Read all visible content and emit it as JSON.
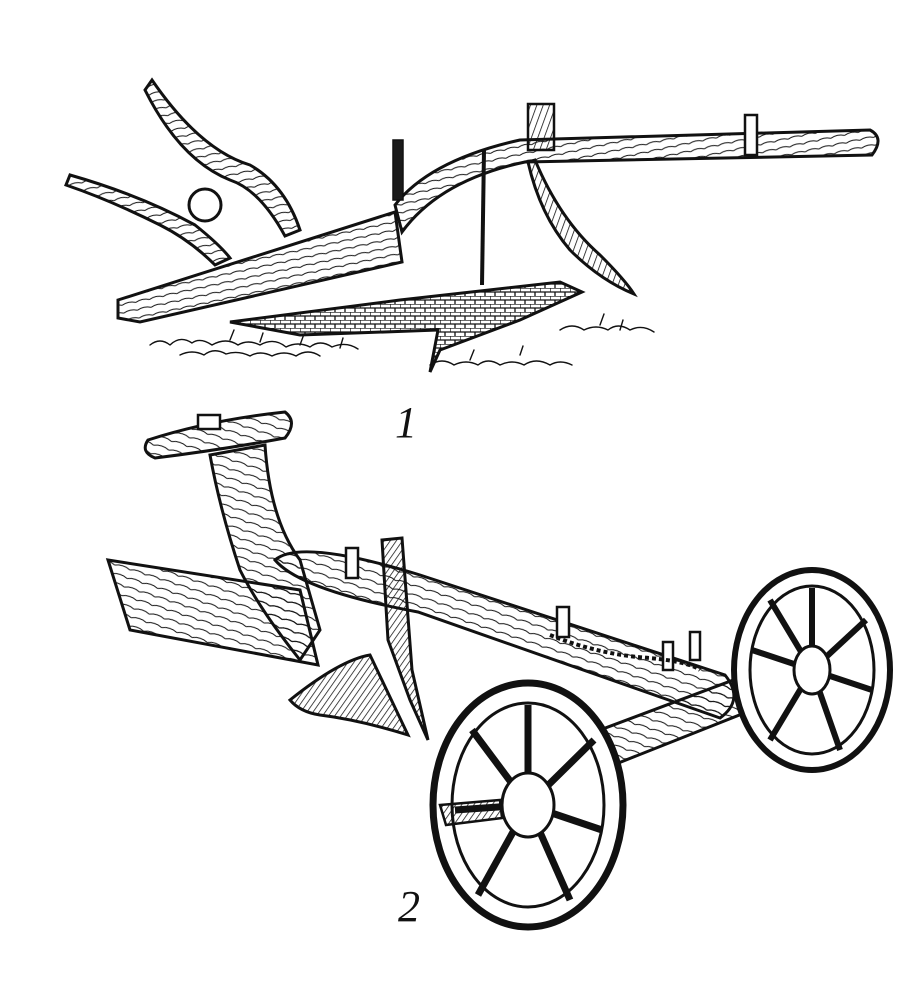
{
  "figures": [
    {
      "label": "1"
    },
    {
      "label": "2"
    }
  ],
  "colors": {
    "ink": "#111111",
    "paper": "#ffffff"
  },
  "icons": [
    "wooden-plough-illustration",
    "wheeled-plough-illustration"
  ]
}
